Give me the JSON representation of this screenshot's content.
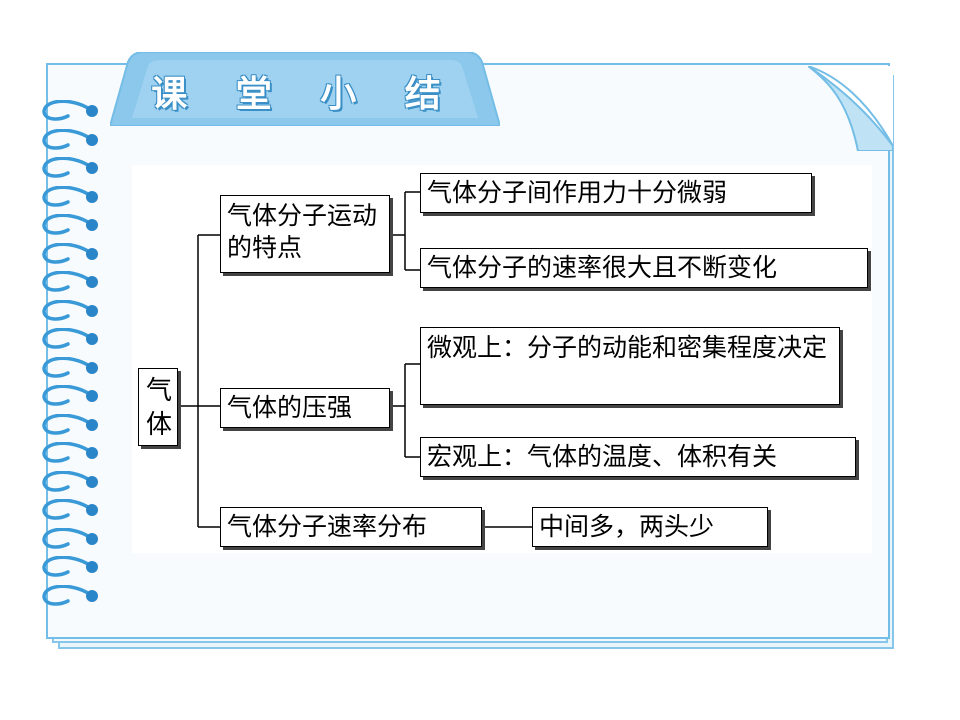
{
  "title": "课 堂 小 结",
  "colors": {
    "page_border": "#74bde6",
    "title_tab": "#8cc8ec",
    "title_text": "#ffffff",
    "ring": "#3a9ad8",
    "box_border": "#000000"
  },
  "diagram": {
    "root": "气体",
    "branches": [
      {
        "label": "气体分子运动的特点",
        "leaves": [
          "气体分子间作用力十分微弱",
          "气体分子的速率很大且不断变化"
        ]
      },
      {
        "label": "气体的压强",
        "leaves": [
          "微观上：分子的动能和密集程度决定",
          "宏观上：气体的温度、体积有关"
        ]
      },
      {
        "label": "气体分子速率分布",
        "leaves": [
          "中间多，两头少"
        ]
      }
    ]
  }
}
